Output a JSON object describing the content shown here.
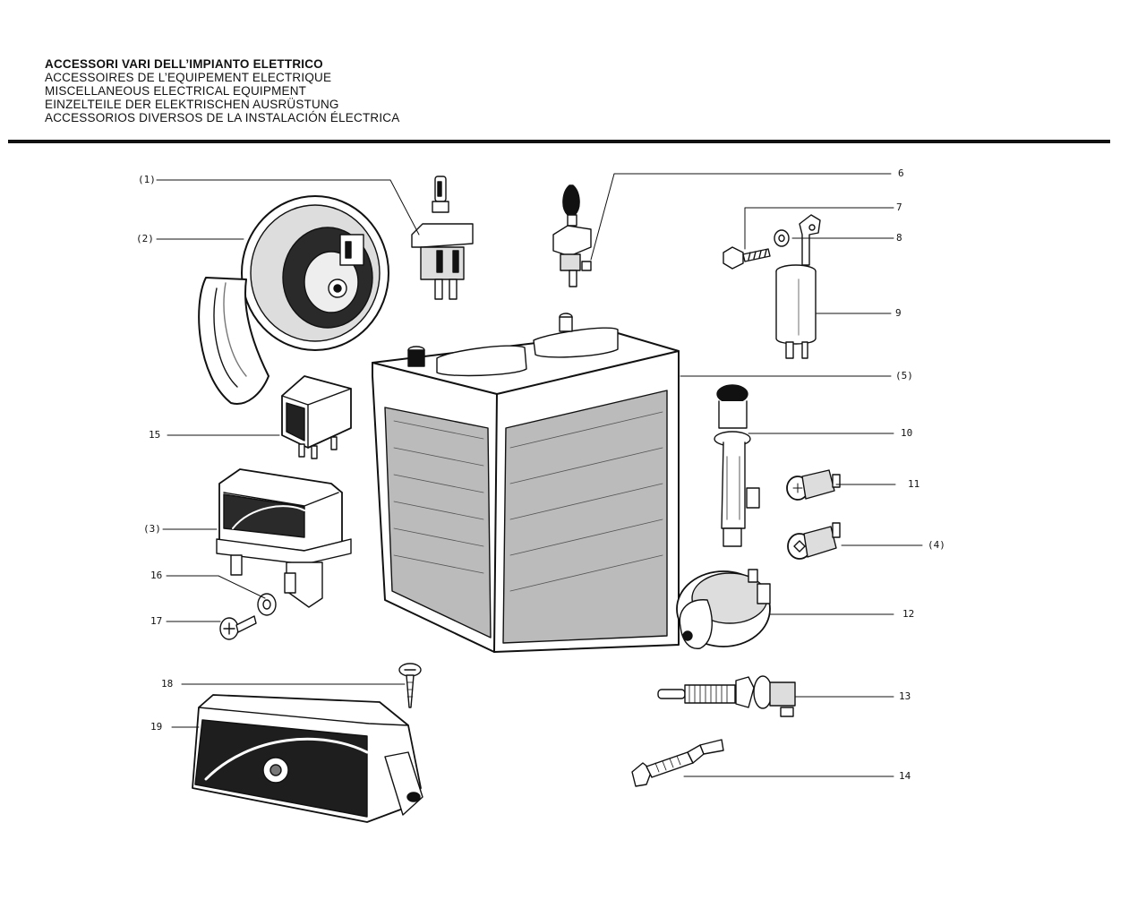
{
  "header": {
    "title_it": "ACCESSORI VARI DELL’IMPIANTO ELETTRICO",
    "title_fr": "ACCESSOIRES DE L’EQUIPEMENT ELECTRIQUE",
    "title_en": "MISCELLANEOUS ELECTRICAL EQUIPMENT",
    "title_de": "EINZELTEILE DER ELEKTRISCHEN AUSRÜSTUNG",
    "title_es": "ACCESSORIOS DIVERSOS DE LA INSTALACIÓN ÉLECTRICA"
  },
  "callouts": {
    "c1": "(1)",
    "c2": "(2)",
    "c3": "(3)",
    "c4": "(4)",
    "c5": "(5)",
    "c6": "6",
    "c7": "7",
    "c8": "8",
    "c9": "9",
    "c10": "10",
    "c11": "11",
    "c12": "12",
    "c13": "13",
    "c14": "14",
    "c15": "15",
    "c16": "16",
    "c17": "17",
    "c18": "18",
    "c19": "19"
  },
  "parts": [
    {
      "id": "horn",
      "icon": "horn-icon"
    },
    {
      "id": "toggle-switch",
      "icon": "toggle-switch-icon"
    },
    {
      "id": "key-switch",
      "icon": "key-switch-icon"
    },
    {
      "id": "screw",
      "icon": "screw-icon"
    },
    {
      "id": "washer",
      "icon": "washer-icon"
    },
    {
      "id": "capacitor",
      "icon": "capacitor-icon"
    },
    {
      "id": "battery",
      "icon": "battery-icon"
    },
    {
      "id": "cigar-lighter",
      "icon": "cigar-lighter-icon"
    },
    {
      "id": "push-button",
      "icon": "push-button-icon"
    },
    {
      "id": "warning-lamp-switch",
      "icon": "lamp-switch-icon"
    },
    {
      "id": "pressure-switch",
      "icon": "pressure-switch-icon"
    },
    {
      "id": "door-switch",
      "icon": "door-switch-icon"
    },
    {
      "id": "temperature-sender",
      "icon": "sender-icon"
    },
    {
      "id": "relay",
      "icon": "relay-icon"
    },
    {
      "id": "regulator",
      "icon": "regulator-icon"
    },
    {
      "id": "lamp-housing",
      "icon": "lamp-housing-icon"
    }
  ]
}
